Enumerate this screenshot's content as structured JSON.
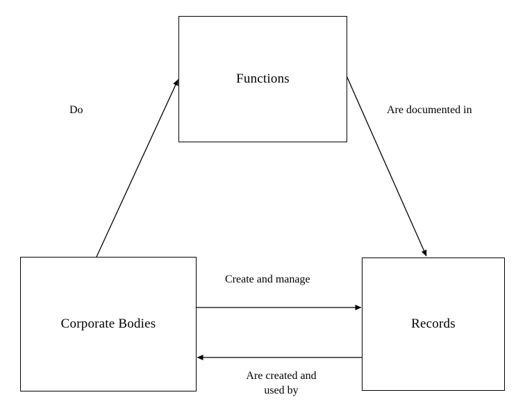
{
  "diagram": {
    "type": "relationship-diagram",
    "background_color": "#ffffff",
    "line_color": "#000000",
    "text_color": "#000000",
    "entities": [
      {
        "id": "functions",
        "label": "Functions"
      },
      {
        "id": "corporate_bodies",
        "label": "Corporate Bodies"
      },
      {
        "id": "records",
        "label": "Records"
      }
    ],
    "relationships": [
      {
        "id": "do",
        "label": "Do",
        "from": "corporate_bodies",
        "to": "functions",
        "style": "single-arrow"
      },
      {
        "id": "are_documented_in",
        "label": "Are documented in",
        "from": "functions",
        "to": "records",
        "style": "single-arrow"
      },
      {
        "id": "create_and_manage",
        "label": "Create and manage",
        "from": "corporate_bodies",
        "to": "records",
        "style": "single-arrow"
      },
      {
        "id": "are_created_and_used_by",
        "label_line1": "Are created and",
        "label_line2": "used by",
        "from": "records",
        "to": "corporate_bodies",
        "style": "single-arrow"
      }
    ]
  }
}
